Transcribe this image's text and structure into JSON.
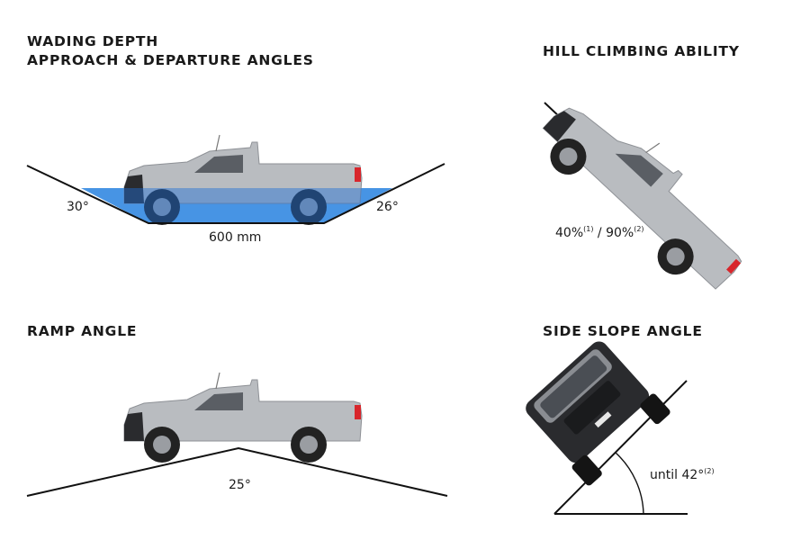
{
  "panels": {
    "wading": {
      "title_line1": "WADING DEPTH",
      "title_line2": "APPROACH & DEPARTURE ANGLES",
      "approach_angle": "30°",
      "departure_angle": "26°",
      "wading_depth": "600 mm",
      "water_color": "#4ea6ec"
    },
    "hill": {
      "title": "HILL CLIMBING ABILITY",
      "value_1": "40%",
      "note_1": "(1)",
      "separator": " / ",
      "value_2": "90%",
      "note_2": "(2)"
    },
    "ramp": {
      "title": "RAMP ANGLE",
      "angle": "25°"
    },
    "side": {
      "title": "SIDE SLOPE ANGLE",
      "prefix": "until ",
      "angle": "42°",
      "note": "(2)"
    }
  },
  "colors": {
    "body_silver": "#b9bcc0",
    "dark_trim": "#2a2b2e",
    "tail_light": "#d8262c",
    "line": "#111111"
  }
}
